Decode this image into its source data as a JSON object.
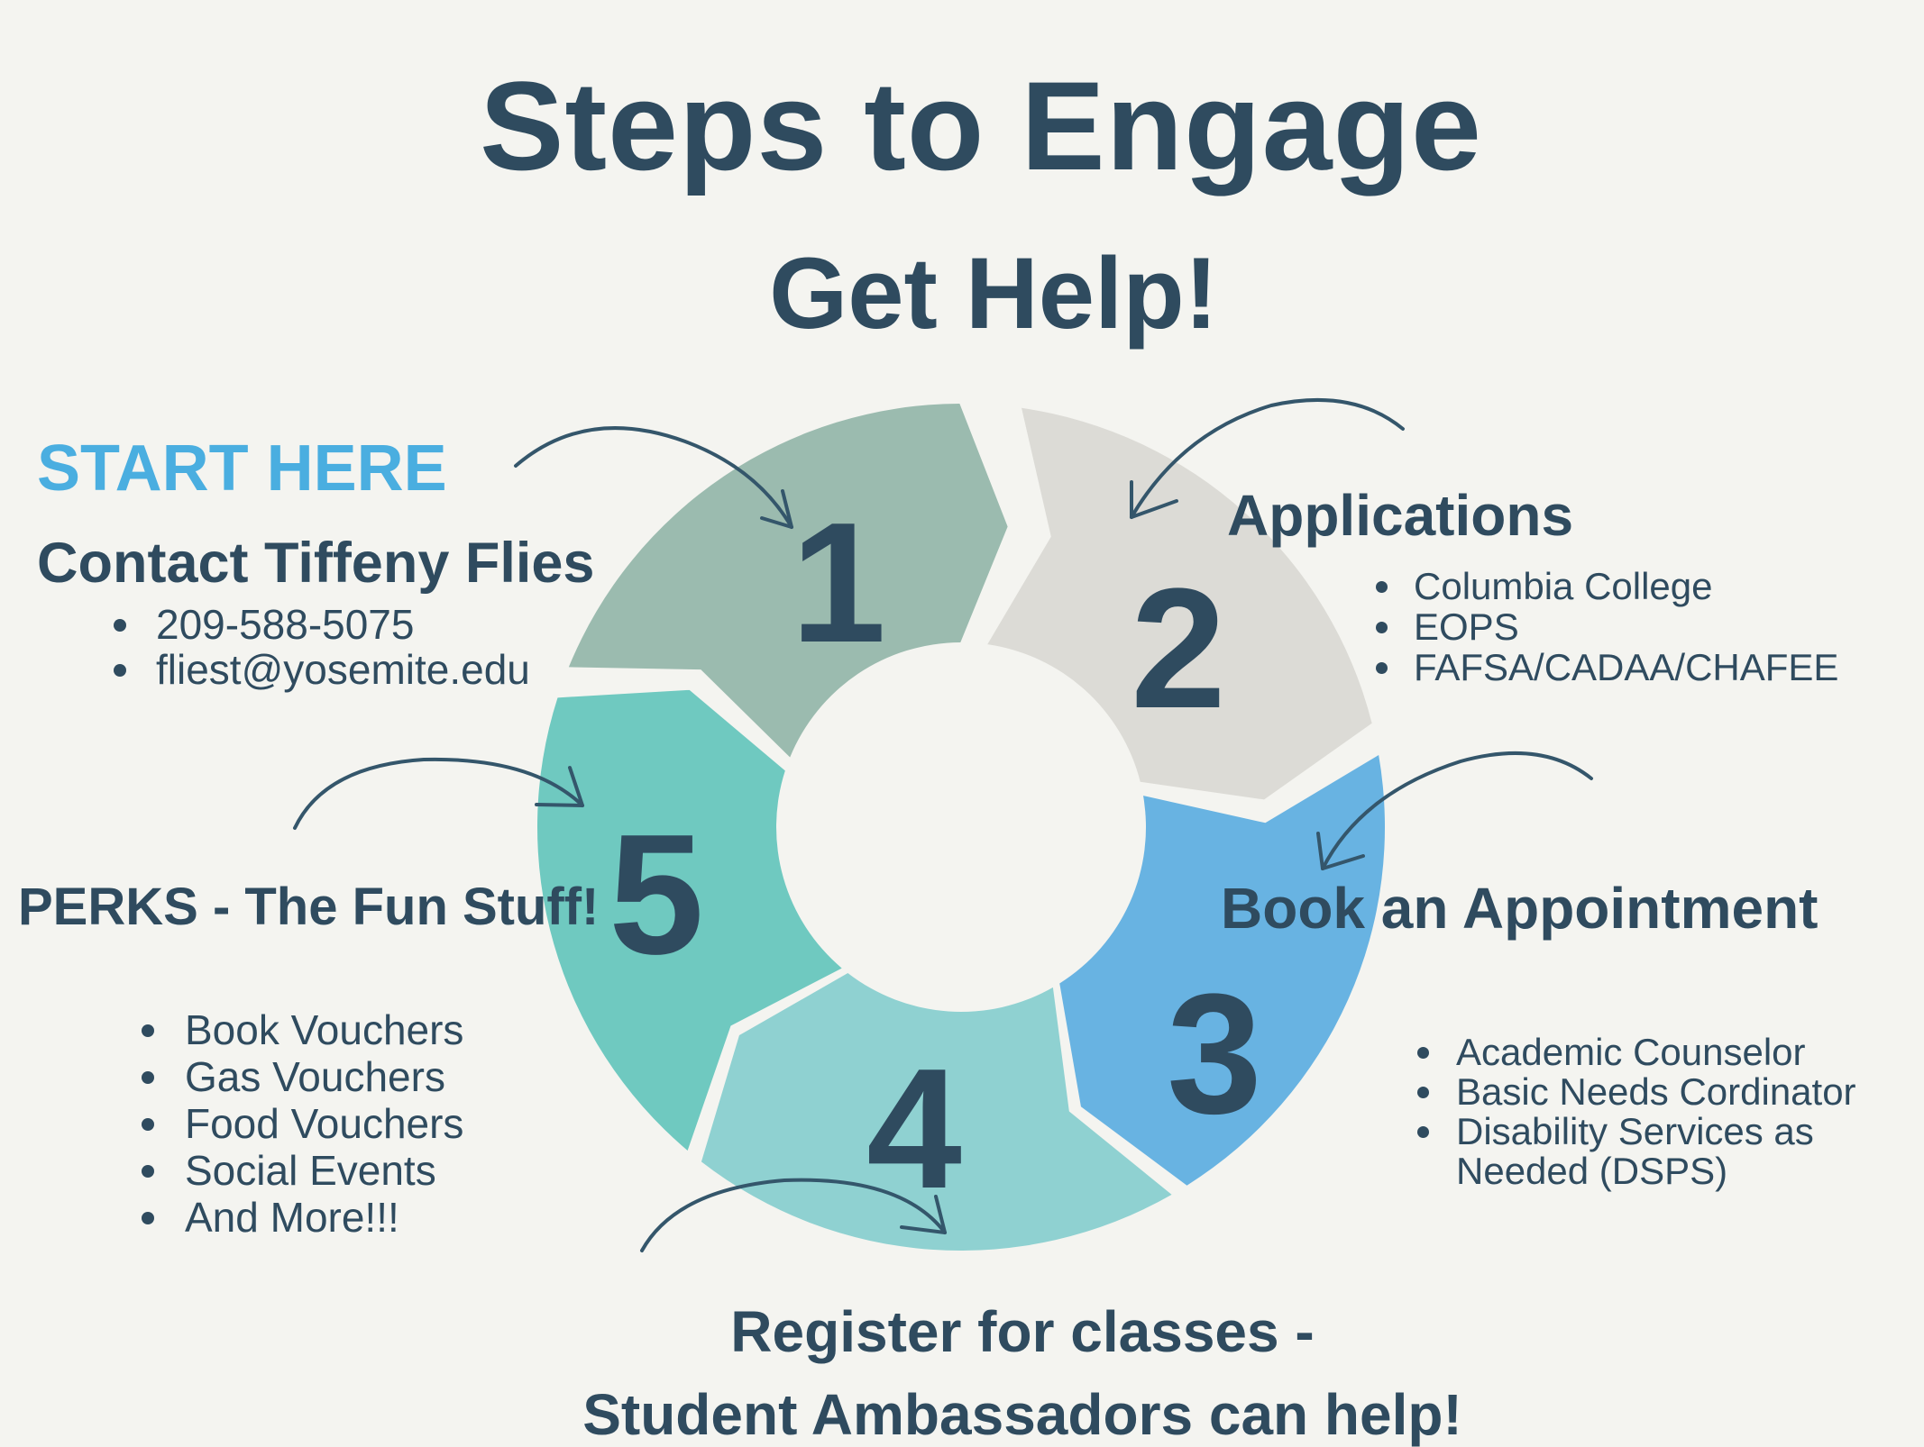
{
  "header": {
    "title": "Steps to Engage",
    "subtitle": "Get Help!"
  },
  "steps": [
    {
      "number": "1",
      "color": "#9bbbaf",
      "label": "START HERE",
      "heading": "Contact Tiffeny Flies",
      "items": [
        "209-588-5075",
        "fliest@yosemite.edu"
      ]
    },
    {
      "number": "2",
      "color": "#dcdbd6",
      "heading": "Applications",
      "items": [
        "Columbia College",
        "EOPS",
        "FAFSA/CADAA/CHAFEE"
      ]
    },
    {
      "number": "3",
      "color": "#68b3e2",
      "heading": "Book an Appointment",
      "items": [
        "Academic Counselor",
        "Basic Needs Cordinator",
        "Disability Services as",
        "Needed (DSPS)"
      ]
    },
    {
      "number": "4",
      "color": "#8fd1d1",
      "heading_line1": "Register for classes -",
      "heading_line2": "Student Ambassadors can help!"
    },
    {
      "number": "5",
      "color": "#6fc9c0",
      "heading": "PERKS - The Fun Stuff!",
      "items": [
        "Book Vouchers",
        "Gas Vouchers",
        "Food Vouchers",
        "Social Events",
        "And More!!!"
      ]
    }
  ],
  "colors": {
    "text": "#2f4b5f",
    "accent": "#4aaee0",
    "background": "#f4f4f0"
  }
}
